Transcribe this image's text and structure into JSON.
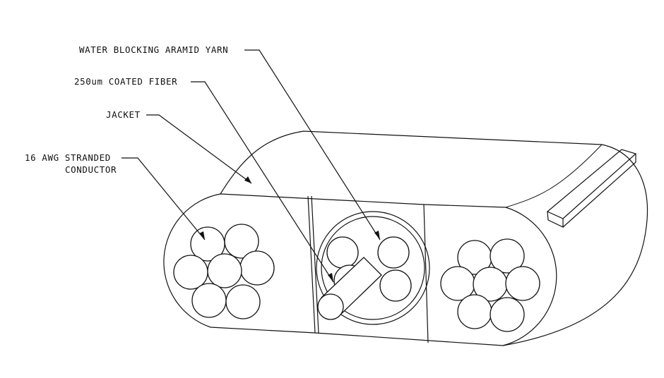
{
  "labels": {
    "yarn": "WATER BLOCKING ARAMID YARN",
    "fiber": "250um COATED FIBER",
    "jacket": "JACKET",
    "conductor_line1": "16 AWG STRANDED",
    "conductor_line2": "CONDUCTOR"
  },
  "colors": {
    "line": "#111111",
    "background": "#ffffff"
  }
}
